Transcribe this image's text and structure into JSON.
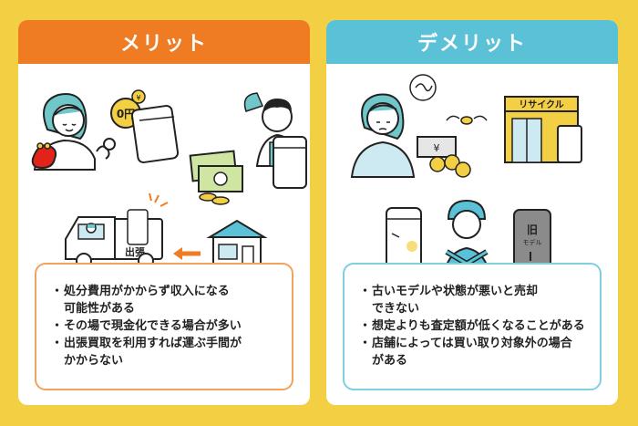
{
  "merit": {
    "title": "メリット",
    "badge_zero": "0円",
    "truck_label": "出張",
    "bullets": [
      {
        "line1": "処分費用がかからず収入になる",
        "line2": "可能性がある"
      },
      {
        "line1": "その場で現金化できる場合が多い",
        "line2": ""
      },
      {
        "line1": "出張買取を利用すれば運ぶ手間が",
        "line2": "かからない"
      }
    ]
  },
  "demerit": {
    "title": "デメリット",
    "shop_sign": "リサイクル",
    "old_model_kanji": "旧",
    "old_model_label": "モデル",
    "bullets": [
      {
        "line1": "古いモデルや状態が悪いと売却",
        "line2": "できない"
      },
      {
        "line1": "想定よりも査定額が低くなることがある",
        "line2": ""
      },
      {
        "line1": "店舗によっては買い取り対象外の場合",
        "line2": "がある"
      }
    ]
  },
  "colors": {
    "background": "#f3cf43",
    "merit_accent": "#ef7b22",
    "demerit_accent": "#5bc1d6",
    "coin": "#f3cf43",
    "teal_hair": "#6fc7c9"
  }
}
